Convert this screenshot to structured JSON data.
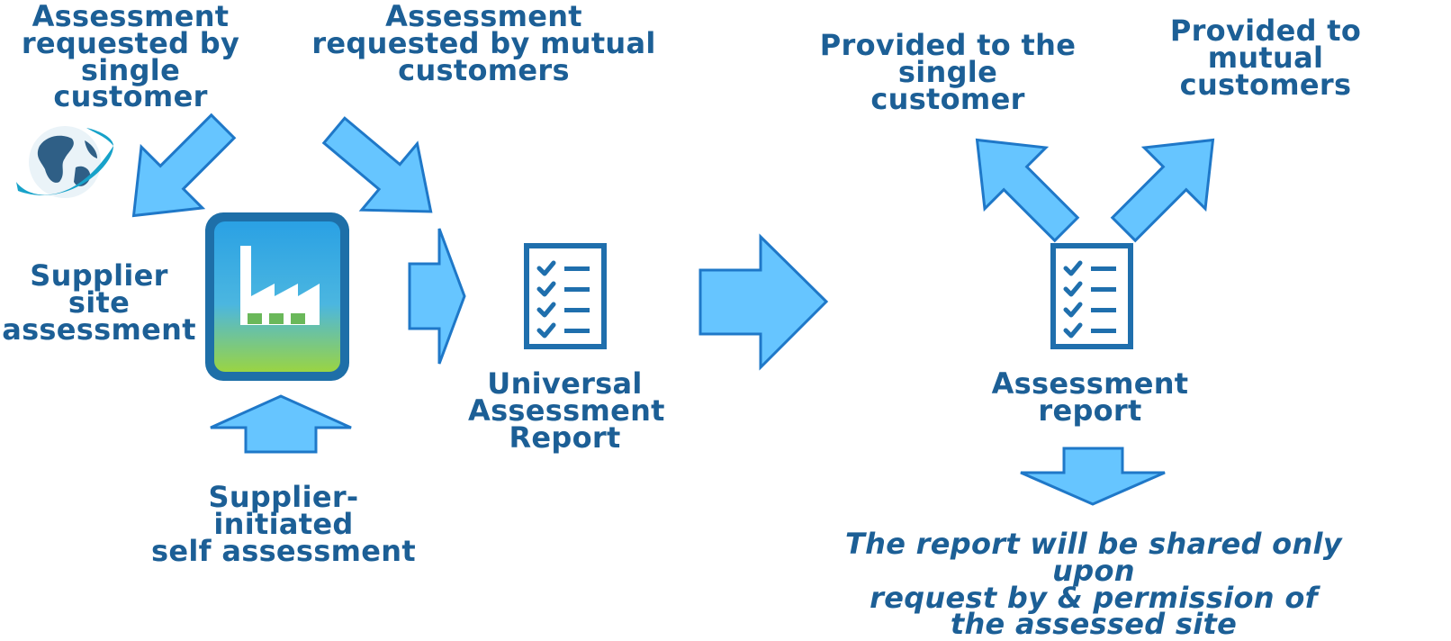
{
  "labels": {
    "single_customer_request": "Assessment\nrequested by\nsingle customer",
    "mutual_customers_request": "Assessment\nrequested by mutual\ncustomers",
    "supplier_site_assessment": "Supplier\nsite\nassessment",
    "supplier_self_assessment": "Supplier-initiated\nself assessment",
    "universal_report": "Universal\nAssessment\nReport",
    "provided_single": "Provided to the\nsingle customer",
    "provided_mutual": "Provided to\nmutual customers",
    "assessment_report": "Assessment\nreport",
    "sharing_note": "The report will be shared only upon\nrequest  by & permission of\nthe assessed site"
  },
  "colors": {
    "text": "#1c5f96",
    "arrow_fill": "#66c5ff",
    "arrow_stroke": "#1f78c8",
    "report_icon": "#1f6fad",
    "factory_border": "#1e6fa8",
    "factory_top": "#2aa1e4",
    "factory_bottom": "#9ad443"
  },
  "icons": {
    "globe": "globe-icon",
    "factory": "factory-icon",
    "checklist": "checklist-icon"
  }
}
